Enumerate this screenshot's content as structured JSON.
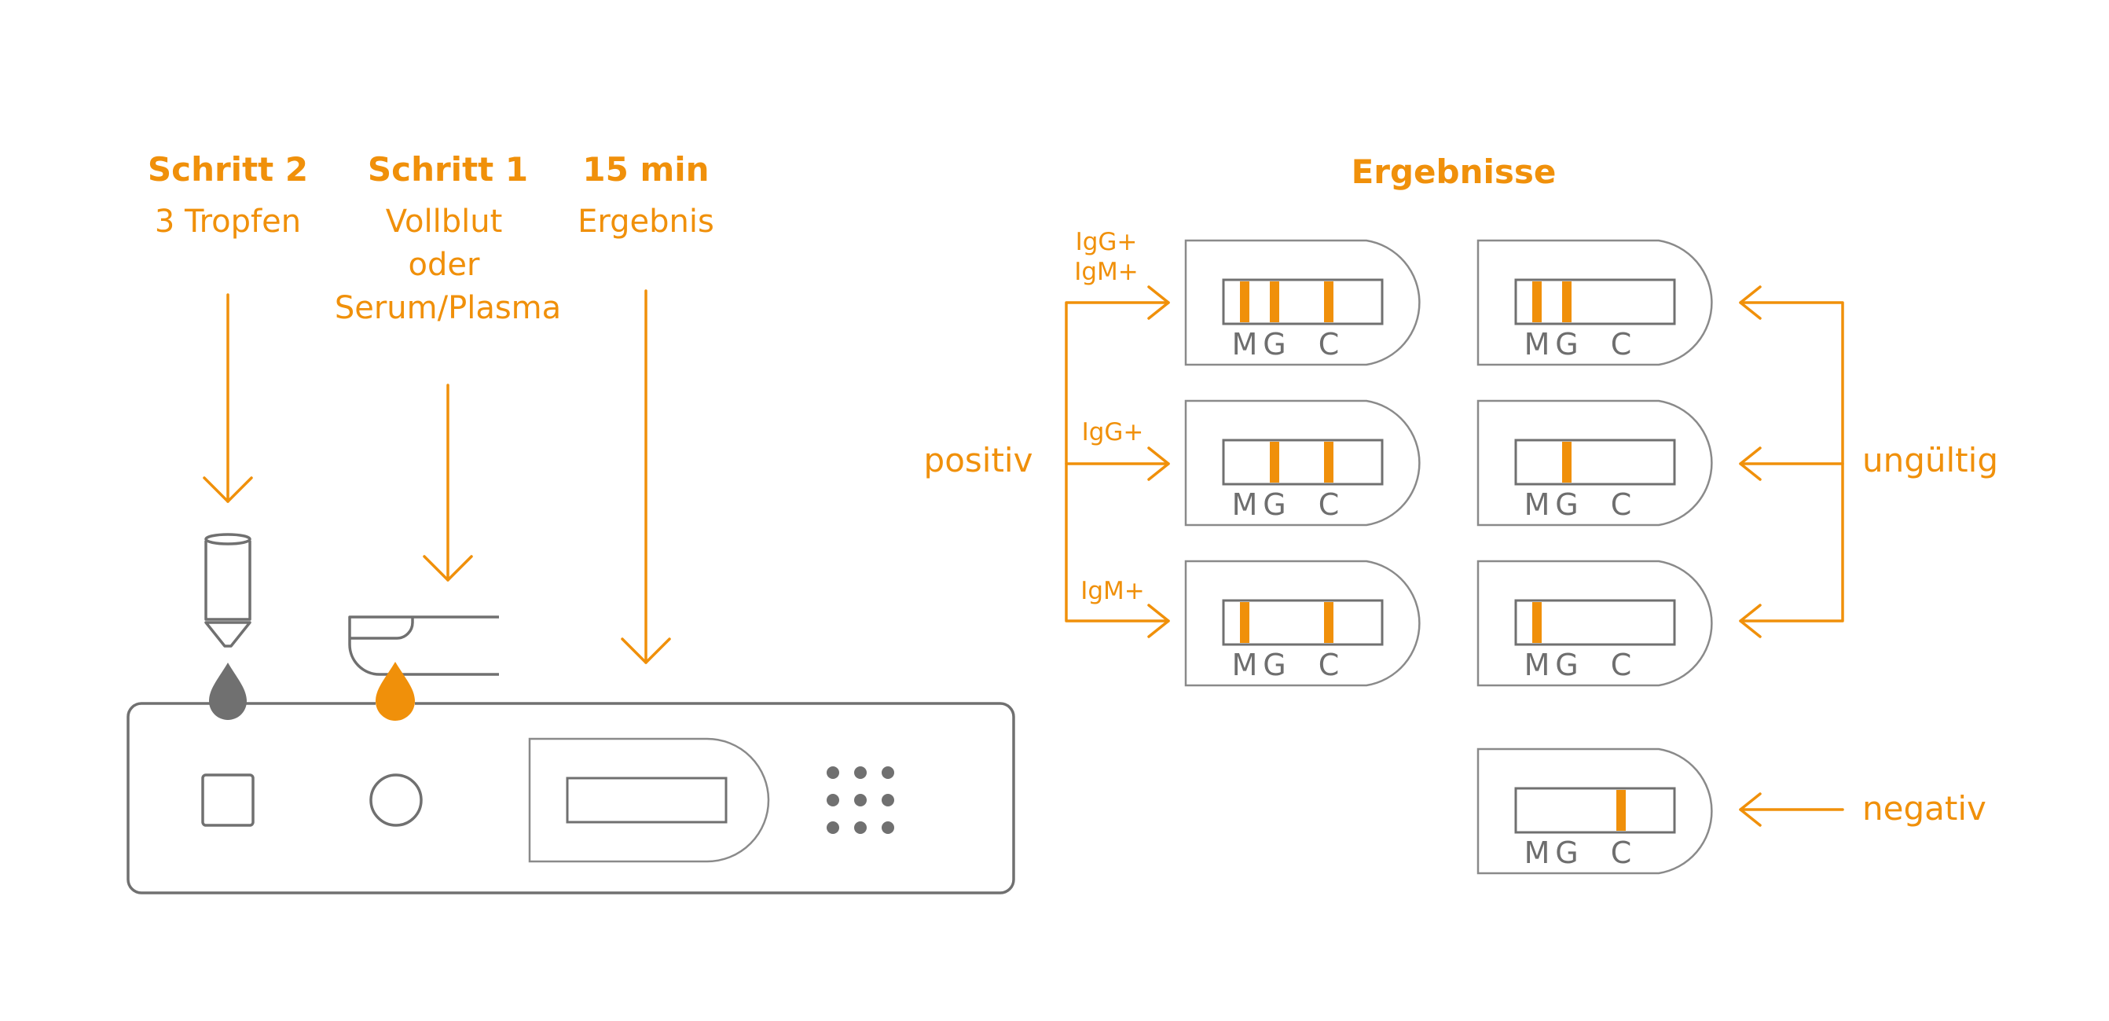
{
  "colors": {
    "accent": "#F0900A",
    "gray": "#707070",
    "outline": "#8a8a8a"
  },
  "steps": [
    {
      "title": "Schritt 2",
      "lines": [
        "3 Tropfen"
      ]
    },
    {
      "title": "Schritt 1",
      "lines": [
        "Vollblut",
        "oder",
        "Serum/Plasma"
      ]
    },
    {
      "title": "15 min",
      "lines": [
        "Ergebnis"
      ]
    }
  ],
  "results_title": "Ergebnisse",
  "band_labels": [
    "M",
    "G",
    "C"
  ],
  "groups": {
    "positiv": "positiv",
    "ungueltig": "ungültig",
    "negativ": "negativ"
  },
  "positive_results": [
    {
      "label_lines": [
        "IgG+",
        "IgM+"
      ],
      "bands": [
        "M",
        "G",
        "C"
      ]
    },
    {
      "label_lines": [
        "IgG+"
      ],
      "bands": [
        "G",
        "C"
      ]
    },
    {
      "label_lines": [
        "IgM+"
      ],
      "bands": [
        "M",
        "C"
      ]
    }
  ],
  "invalid_results": [
    {
      "bands": [
        "M",
        "G"
      ]
    },
    {
      "bands": [
        "G"
      ]
    },
    {
      "bands": [
        "M"
      ]
    }
  ],
  "negative_results": [
    {
      "bands": [
        "C"
      ]
    }
  ]
}
